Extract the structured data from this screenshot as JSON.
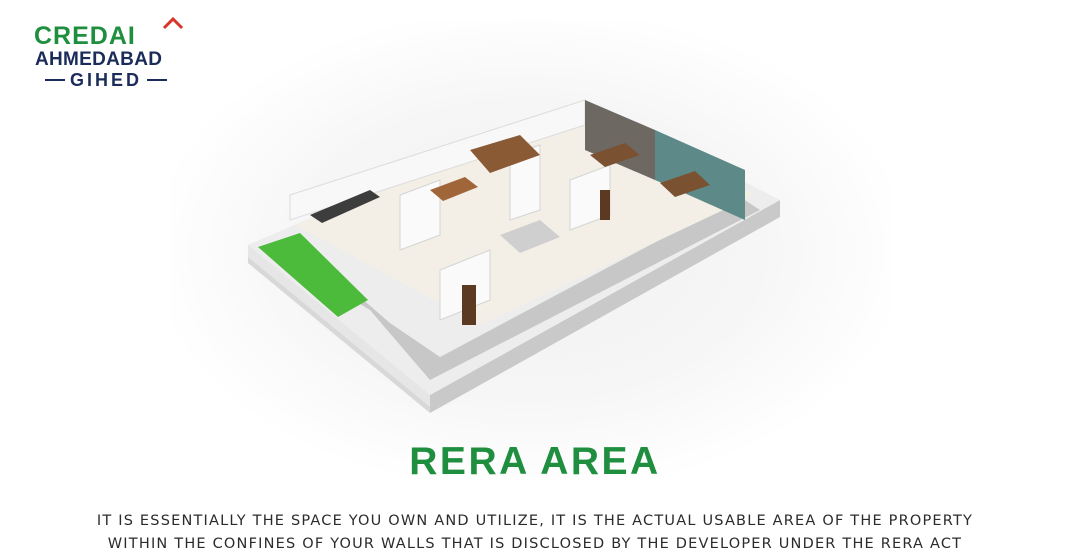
{
  "logo": {
    "line1": "CREDAI",
    "line2": "AHMEDABAD",
    "line3": "GIHED"
  },
  "illustration": {
    "subject": "3d-floor-plan-icon"
  },
  "title": "RERA AREA",
  "description": {
    "line1": "IT IS ESSENTIALLY THE SPACE YOU OWN AND UTILIZE, IT IS THE ACTUAL USABLE AREA OF THE PROPERTY",
    "line2": "WITHIN THE CONFINES OF YOUR WALLS THAT IS DISCLOSED BY THE DEVELOPER UNDER THE RERA ACT"
  },
  "colors": {
    "brand_green": "#1f8f3f",
    "brand_navy": "#1c2c5a",
    "roof_red": "#d9342b"
  }
}
